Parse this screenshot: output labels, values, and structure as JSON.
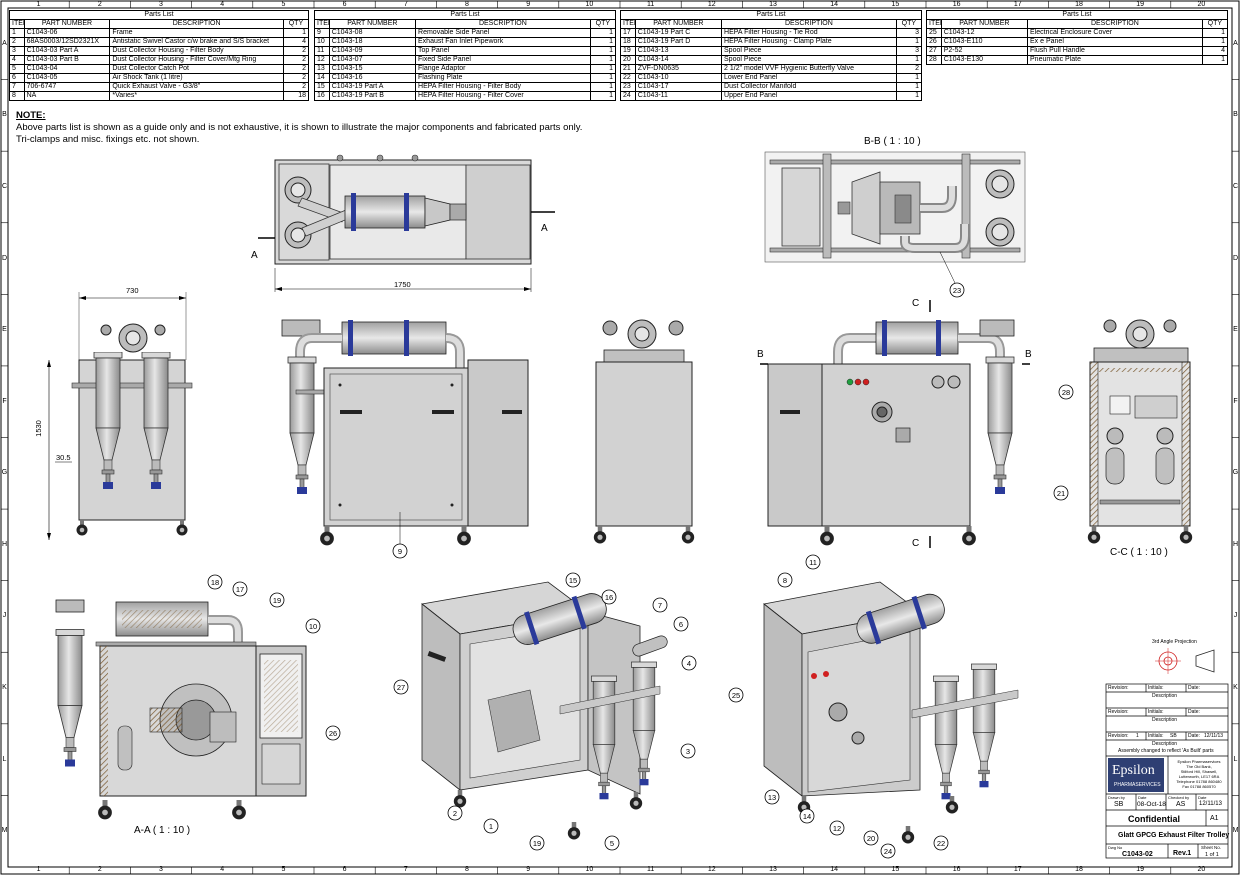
{
  "zone_cols": [
    "1",
    "2",
    "3",
    "4",
    "5",
    "6",
    "7",
    "8",
    "9",
    "10",
    "11",
    "12",
    "13",
    "14",
    "15",
    "16",
    "17",
    "18",
    "19",
    "20"
  ],
  "zone_rows": [
    "A",
    "B",
    "C",
    "D",
    "E",
    "F",
    "G",
    "H",
    "J",
    "K",
    "L",
    "M"
  ],
  "parts_lists": [
    {
      "caption": "Parts List",
      "headers": {
        "item": "ITEM",
        "part": "PART NUMBER",
        "desc": "DESCRIPTION",
        "qty": "QTY"
      },
      "rows": [
        {
          "item": "1",
          "part": "C1043-06",
          "desc": "Frame",
          "qty": "1"
        },
        {
          "item": "2",
          "part": "68AS0003/12SD2321X",
          "desc": "Antistatic Swivel Castor c/w brake and S/S bracket",
          "qty": "4"
        },
        {
          "item": "3",
          "part": "C1043-03 Part A",
          "desc": "Dust Collector Housing - Filter Body",
          "qty": "2"
        },
        {
          "item": "4",
          "part": "C1043-03 Part B",
          "desc": "Dust Collector Housing - Filter Cover/Mtg Ring",
          "qty": "2"
        },
        {
          "item": "5",
          "part": "C1043-04",
          "desc": "Dust Collector Catch Pot",
          "qty": "2"
        },
        {
          "item": "6",
          "part": "C1043-05",
          "desc": "Air Shock Tank (1 litre)",
          "qty": "2"
        },
        {
          "item": "7",
          "part": "706-6747",
          "desc": "Quick Exhaust Valve - G3/8\"",
          "qty": "2"
        },
        {
          "item": "8",
          "part": "NA",
          "desc": "*Varies*",
          "qty": "18"
        }
      ]
    },
    {
      "caption": "Parts List",
      "headers": {
        "item": "ITEM",
        "part": "PART NUMBER",
        "desc": "DESCRIPTION",
        "qty": "QTY"
      },
      "rows": [
        {
          "item": "9",
          "part": "C1043-08",
          "desc": "Removable Side Panel",
          "qty": "1"
        },
        {
          "item": "10",
          "part": "C1043-18",
          "desc": "Exhaust Fan Inlet Pipework",
          "qty": "1"
        },
        {
          "item": "11",
          "part": "C1043-09",
          "desc": "Top Panel",
          "qty": "1"
        },
        {
          "item": "12",
          "part": "C1043-07",
          "desc": "Fixed Side Panel",
          "qty": "1"
        },
        {
          "item": "13",
          "part": "C1043-15",
          "desc": "Flange Adaptor",
          "qty": "1"
        },
        {
          "item": "14",
          "part": "C1043-16",
          "desc": "Flashing Plate",
          "qty": "1"
        },
        {
          "item": "15",
          "part": "C1043-19 Part A",
          "desc": "HEPA Filter Housing - Filter Body",
          "qty": "1"
        },
        {
          "item": "16",
          "part": "C1043-19 Part B",
          "desc": "HEPA Filter Housing - Filter Cover",
          "qty": "1"
        }
      ]
    },
    {
      "caption": "Parts List",
      "headers": {
        "item": "ITEM",
        "part": "PART NUMBER",
        "desc": "DESCRIPTION",
        "qty": "QTY"
      },
      "rows": [
        {
          "item": "17",
          "part": "C1043-19 Part C",
          "desc": "HEPA Filter Housing - Tie Rod",
          "qty": "3"
        },
        {
          "item": "18",
          "part": "C1043-19 Part D",
          "desc": "HEPA Filter Housing - Clamp Plate",
          "qty": "1"
        },
        {
          "item": "19",
          "part": "C1043-13",
          "desc": "Spool Piece",
          "qty": "3"
        },
        {
          "item": "20",
          "part": "C1043-14",
          "desc": "Spool Piece",
          "qty": "1"
        },
        {
          "item": "21",
          "part": "ZVF-DN0635",
          "desc": "2 1/2\" model VVF Hygienic Butterfly Valve",
          "qty": "2"
        },
        {
          "item": "22",
          "part": "C1043-10",
          "desc": "Lower End Panel",
          "qty": "1"
        },
        {
          "item": "23",
          "part": "C1043-17",
          "desc": "Dust Collector Manifold",
          "qty": "1"
        },
        {
          "item": "24",
          "part": "C1043-11",
          "desc": "Upper End Panel",
          "qty": "1"
        }
      ]
    },
    {
      "caption": "Parts List",
      "headers": {
        "item": "ITEM",
        "part": "PART NUMBER",
        "desc": "DESCRIPTION",
        "qty": "QTY"
      },
      "rows": [
        {
          "item": "25",
          "part": "C1043-12",
          "desc": "Electrical Enclosure Cover",
          "qty": "1"
        },
        {
          "item": "26",
          "part": "C1043-E110",
          "desc": "Ex e Panel",
          "qty": "1"
        },
        {
          "item": "27",
          "part": "P2-52",
          "desc": "Flush Pull Handle",
          "qty": "4"
        },
        {
          "item": "28",
          "part": "C1043-E130",
          "desc": "Pneumatic Plate",
          "qty": "1"
        }
      ]
    }
  ],
  "note": {
    "title": "NOTE:",
    "line1": "Above parts list is shown as a guide only and is not exhaustive, it is shown to illustrate the major components and fabricated parts only.",
    "line2": "Tri-clamps and misc. fixings etc. not shown."
  },
  "views": {
    "bb": "B-B ( 1 : 10 )",
    "aa": "A-A ( 1 : 10 )",
    "cc": "C-C ( 1 : 10 )"
  },
  "section_markers": {
    "a": "A",
    "b": "B",
    "c": "C"
  },
  "dims": {
    "length": "1750",
    "width": "730",
    "height": "1530",
    "small": "30.5"
  },
  "balloons": {
    "b23": "23",
    "b9": "9",
    "b28": "28",
    "b21": "21",
    "b18": "18",
    "b17": "17",
    "b19a": "19",
    "b10": "10",
    "b26": "26",
    "b15": "15",
    "b16": "16",
    "b7": "7",
    "b6": "6",
    "b4": "4",
    "b27": "27",
    "b3": "3",
    "b2": "2",
    "b1": "1",
    "b19b": "19",
    "b5": "5",
    "b8": "8",
    "b11": "11",
    "b25": "25",
    "b13": "13",
    "b14": "14",
    "b12": "12",
    "b20": "20",
    "b24": "24",
    "b22": "22"
  },
  "title_block": {
    "projection": "3rd Angle Projection",
    "revision_label": "Revision:",
    "initials_label": "Initials:",
    "date_label": "Date:",
    "description_label": "Description",
    "rev_value": "1",
    "rev_initials": "SB",
    "rev_date": "12/11/13",
    "rev_description": "Assembly changed to reflect 'As Built' parts",
    "company": "Epsilon",
    "company_sub": "PHARMASERVICES",
    "address1": "Epsilon Pharmaservices",
    "address2": "The Old Bank,",
    "address3": "Stilford Hill, Shawell,",
    "address4": "Lutterworth, LE17 6RA",
    "address5": "Telephone 01788 860480",
    "address6": "Fax 01788 860570",
    "drawn_label": "Drawn by",
    "date_lbl2": "Date",
    "checked_label": "Checked by",
    "date_lbl3": "Date",
    "drawn_by": "SB",
    "drawn_date": "08-Oct-18",
    "checked_by": "AS",
    "checked_date": "12/11/13",
    "classification": "Confidential",
    "size": "A1",
    "title": "Glatt GPCG Exhaust Filter Trolley",
    "dwg_no_label": "Dwg No",
    "dwg_no": "C1043-02",
    "rev_label": "Rev.1",
    "sheet_label": "Sheet No.",
    "sheet": "1 of 1"
  },
  "colors": {
    "metal": "#c8c8c8",
    "metal_dark": "#8a8a8a",
    "panel": "#bdbdbd",
    "line": "#222222",
    "accent_blue": "#2a3a9a",
    "accent_red": "#d02020",
    "accent_green": "#20a040",
    "section_grey": "#9a9a9a"
  }
}
